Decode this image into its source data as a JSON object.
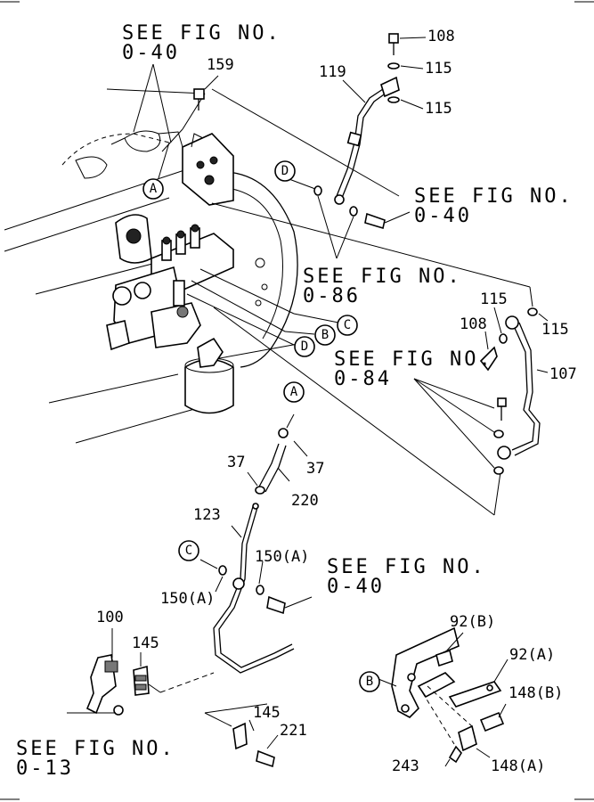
{
  "refs": {
    "fig_0_40_top": [
      "SEE FIG NO.",
      "0-40"
    ],
    "fig_0_40_right": [
      "SEE FIG NO.",
      "0-40"
    ],
    "fig_0_86": [
      "SEE FIG NO.",
      "0-86"
    ],
    "fig_0_84": [
      "SEE FIG NO.",
      "0-84"
    ],
    "fig_0_40_mid": [
      "SEE FIG NO.",
      "0-40"
    ],
    "fig_0_13": [
      "SEE FIG NO.",
      "0-13"
    ]
  },
  "parts": {
    "p108_top": "108",
    "p115_a": "115",
    "p119": "119",
    "p115_b": "115",
    "p159": "159",
    "p115_c": "115",
    "p115_d": "115",
    "p108_right": "108",
    "p107": "107",
    "p37_left": "37",
    "p37_right": "37",
    "p220": "220",
    "p123": "123",
    "p150a_top": "150(A)",
    "p150a_left": "150(A)",
    "p100": "100",
    "p145_top": "145",
    "p145_bottom": "145",
    "p221": "221",
    "p92b": "92(B)",
    "p92a": "92(A)",
    "p148b": "148(B)",
    "p148a": "148(A)",
    "p243": "243"
  },
  "callouts": {
    "A_engine": "A",
    "A_pipe": "A",
    "B_engine": "B",
    "B_bracket": "B",
    "C_engine": "C",
    "C_pipe": "C",
    "D_engine": "D",
    "D_top": "D"
  }
}
